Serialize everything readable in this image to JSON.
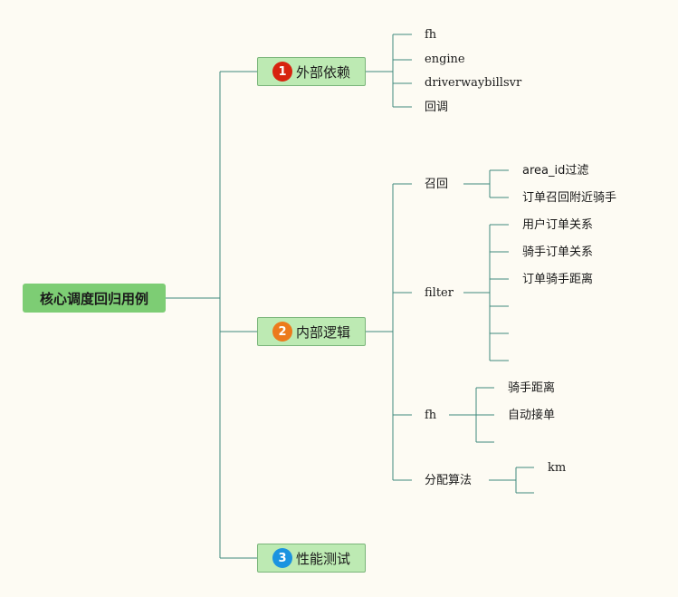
{
  "root": {
    "label": "核心调度回归用例"
  },
  "branches": [
    {
      "number": "1",
      "label": "外部依赖",
      "children": [
        "fh",
        "engine",
        "driverwaybillsvr",
        "回调"
      ]
    },
    {
      "number": "2",
      "label": "内部逻辑",
      "children": [
        {
          "label": "召回",
          "children": [
            "area_id过滤",
            "订单召回附近骑手"
          ]
        },
        {
          "label": "filter",
          "children": [
            "用户订单关系",
            "骑手订单关系",
            "订单骑手距离",
            "",
            ""
          ]
        },
        {
          "label": "fh",
          "children": [
            "骑手距离",
            "自动接单",
            ""
          ]
        },
        {
          "label": "分配算法",
          "children": [
            "km",
            ""
          ]
        }
      ]
    },
    {
      "number": "3",
      "label": "性能测试",
      "children": []
    }
  ],
  "colors": {
    "line": "#3f8a7c",
    "root": "#7dcd74",
    "branch": "#bdeab3",
    "badge1": "#d7230f",
    "badge2": "#ec7a1c",
    "badge3": "#1b93e0"
  }
}
